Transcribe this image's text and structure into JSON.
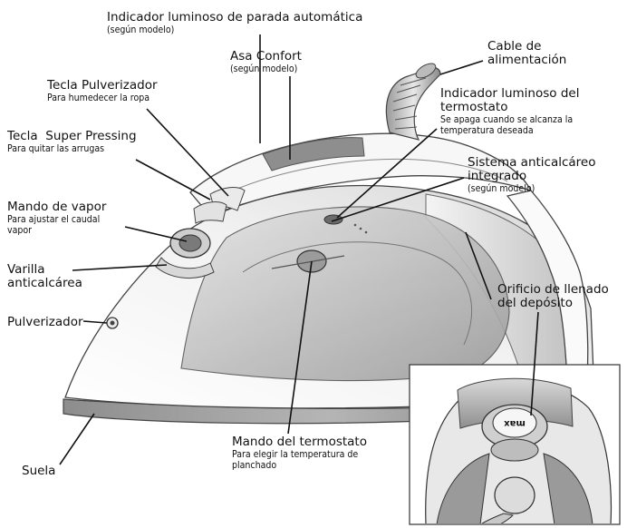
{
  "labels": {
    "indicador_parada": {
      "title": "Indicador luminoso de parada automática",
      "note": "(según modelo)"
    },
    "asa_confort": {
      "title": "Asa Confort",
      "note": "(según modelo)"
    },
    "tecla_pulverizador": {
      "title": "Tecla Pulverizador",
      "note": "Para humedecer la ropa"
    },
    "tecla_super_pressing": {
      "title": "Tecla  Super Pressing",
      "note": "Para quitar las arrugas"
    },
    "mando_vapor": {
      "title": "Mando de vapor",
      "note_line1": "Para ajustar el caudal",
      "note_line2": "vapor"
    },
    "varilla": {
      "title_line1": "Varilla",
      "title_line2": "anticalcárea"
    },
    "pulverizador": {
      "title": "Pulverizador"
    },
    "suela": {
      "title": "Suela"
    },
    "cable": {
      "title_line1": "Cable de",
      "title_line2": "alimentación"
    },
    "indicador_termostato": {
      "title_line1": "Indicador luminoso del",
      "title_line2": "termostato",
      "note_line1": "Se apaga cuando se alcanza la",
      "note_line2": "temperatura deseada"
    },
    "sistema_anticalcareo": {
      "title_line1": "Sistema anticalcáreo",
      "title_line2": "integrado",
      "note": "(según modelo)"
    },
    "orificio": {
      "title_line1": "Orificio de llenado",
      "title_line2": "del depósito"
    },
    "mando_termostato": {
      "title": "Mando del termostato",
      "note_line1": "Para elegir la temperatura de",
      "note_line2": "planchado"
    }
  },
  "inset": {
    "max_mark": "max"
  }
}
